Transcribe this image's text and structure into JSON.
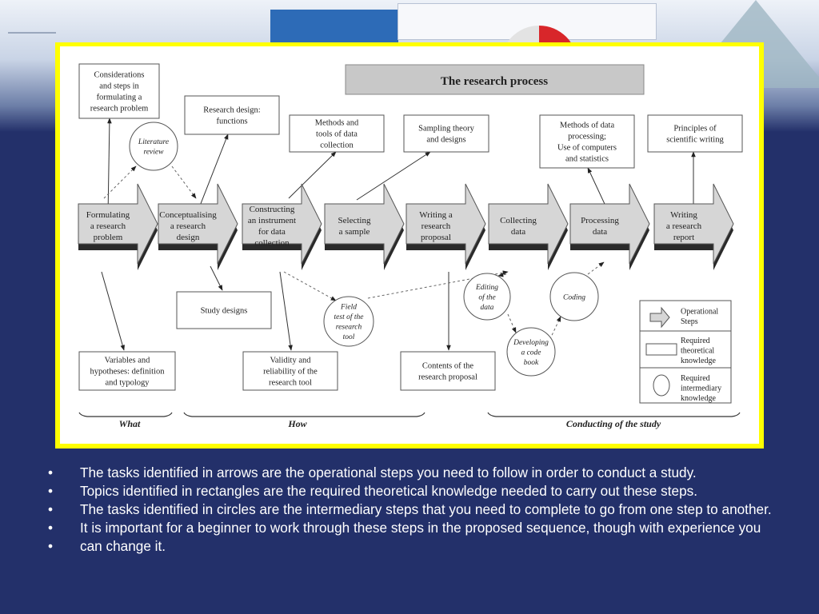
{
  "diagram": {
    "title": "The research process",
    "operational_steps": [
      [
        "Formulating",
        "a research",
        "problem"
      ],
      [
        "Conceptualising",
        "a research",
        "design"
      ],
      [
        "Constructing",
        "an instrument",
        "for  data",
        "collection"
      ],
      [
        "Selecting",
        "a sample"
      ],
      [
        "Writing a",
        "research",
        "proposal"
      ],
      [
        "Collecting",
        "data"
      ],
      [
        "Processing",
        "data"
      ],
      [
        "Writing",
        "a research",
        "report"
      ]
    ],
    "knowledge_boxes": [
      [
        "Considerations",
        "and steps in",
        "formulating a",
        "research problem"
      ],
      [
        "Research design:",
        "functions"
      ],
      [
        "Methods and",
        "tools of data",
        "collection"
      ],
      [
        "Sampling theory",
        "and designs"
      ],
      [
        "Methods of data",
        "processing;",
        "Use of computers",
        "and statistics"
      ],
      [
        "Principles of",
        "scientific writing"
      ],
      [
        "Study designs"
      ],
      [
        "Variables and",
        "hypotheses: definition",
        "and typology"
      ],
      [
        "Validity and",
        "reliability of the",
        "research tool"
      ],
      [
        "Contents of the",
        "research proposal"
      ]
    ],
    "intermediary_steps": [
      [
        "Literature",
        "review"
      ],
      [
        "Field",
        "test of the",
        "research",
        "tool"
      ],
      [
        "Editing",
        "of the",
        "data"
      ],
      [
        "Coding"
      ],
      [
        "Developing",
        "a code",
        "book"
      ]
    ],
    "legend": [
      [
        "Operational",
        "Steps"
      ],
      [
        "Required",
        "theoretical",
        "knowledge"
      ],
      [
        "Required",
        "intermediary",
        "knowledge"
      ]
    ],
    "phases": [
      "What",
      "How",
      "Conducting of the study"
    ]
  },
  "bullets": [
    "The tasks identified in arrows are the operational steps you need to follow in order to conduct a study.",
    "Topics identified in rectangles are the required theoretical knowledge needed to carry out these steps.",
    "The tasks identified in circles are the intermediary steps that you need to complete to go from one step to another.",
    "It is important for a beginner to work through these steps in the proposed sequence, though with experience you",
    "can change it."
  ],
  "bullet_marker": "•",
  "colors": {
    "background": "#23306a",
    "frame": "#ffff00",
    "step_fill": "#d6d6d6",
    "step_shadow": "#2a2a2a",
    "title_fill": "#c8c8c8"
  }
}
